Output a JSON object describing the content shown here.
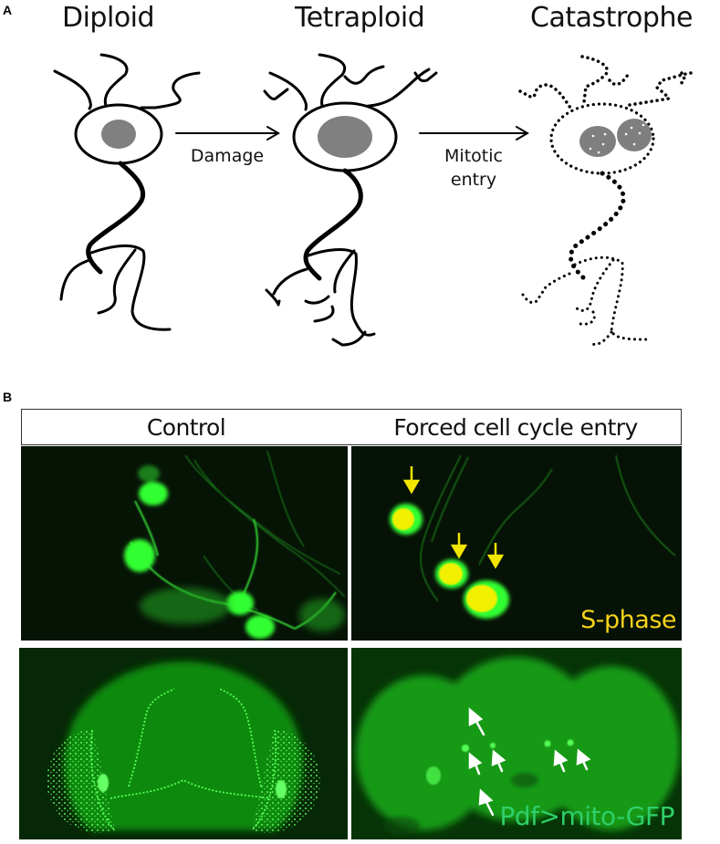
{
  "figure": {
    "panel_a": {
      "letter": "A",
      "stages": [
        {
          "id": "diploid",
          "title": "Diploid"
        },
        {
          "id": "tetraploid",
          "title": "Tetraploid"
        },
        {
          "id": "catastrophe",
          "title": "Catastrophe"
        }
      ],
      "transitions": [
        {
          "from": "diploid",
          "to": "tetraploid",
          "label_lines": [
            "Damage"
          ]
        },
        {
          "from": "tetraploid",
          "to": "catastrophe",
          "label_lines": [
            "Mitotic",
            "entry"
          ]
        }
      ],
      "colors": {
        "line": "#000000",
        "nucleus": "#808080",
        "background": "#ffffff"
      }
    },
    "panel_b": {
      "letter": "B",
      "columns": [
        {
          "id": "control",
          "title": "Control"
        },
        {
          "id": "forced",
          "title": "Forced cell cycle entry"
        }
      ],
      "rows": [
        {
          "id": "s-phase-row",
          "label": "S-phase",
          "label_color": "#f5d21a",
          "label_column": "forced",
          "arrow_color": "#f2e600",
          "arrow_count": 3
        },
        {
          "id": "mito-gfp-row",
          "label": "Pdf>mito-GFP",
          "label_color": "#2fcf6a",
          "label_column": "forced",
          "arrow_color": "#ffffff",
          "arrow_count": 6
        }
      ],
      "colors": {
        "gfp": "#22e022",
        "edu_overlap": "#f0f000",
        "micrograph_bg": "#041004",
        "header_border": "#333333"
      }
    }
  }
}
